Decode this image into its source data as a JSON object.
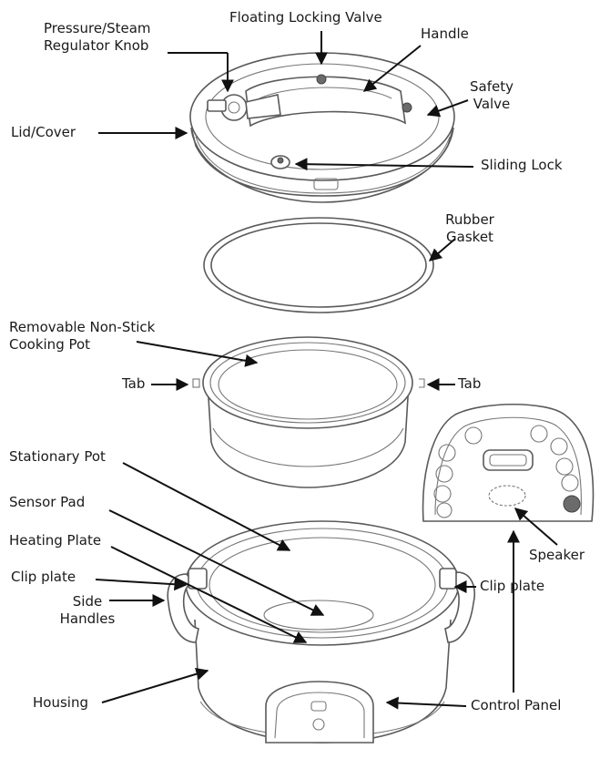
{
  "labels": {
    "pressure_knob": [
      "Pressure/Steam",
      "Regulator Knob"
    ],
    "floating_valve": "Floating Locking Valve",
    "handle": "Handle",
    "safety_valve": [
      "Safety",
      "Valve"
    ],
    "lid_cover": "Lid/Cover",
    "sliding_lock": "Sliding Lock",
    "rubber_gasket": [
      "Rubber",
      "Gasket"
    ],
    "removable_pot": [
      "Removable Non-Stick",
      "Cooking Pot"
    ],
    "tab_left": "Tab",
    "tab_right": "Tab",
    "stationary_pot": "Stationary Pot",
    "sensor_pad": "Sensor Pad",
    "heating_plate": "Heating Plate",
    "clip_plate_left": "Clip plate",
    "side_handles": [
      "Side",
      "Handles"
    ],
    "clip_plate_right": "Clip plate",
    "speaker": "Speaker",
    "housing": "Housing",
    "control_panel": "Control Panel"
  },
  "colors": {
    "line": "#5a5a5a",
    "arrow": "#111111",
    "text": "#1a1a1a"
  }
}
